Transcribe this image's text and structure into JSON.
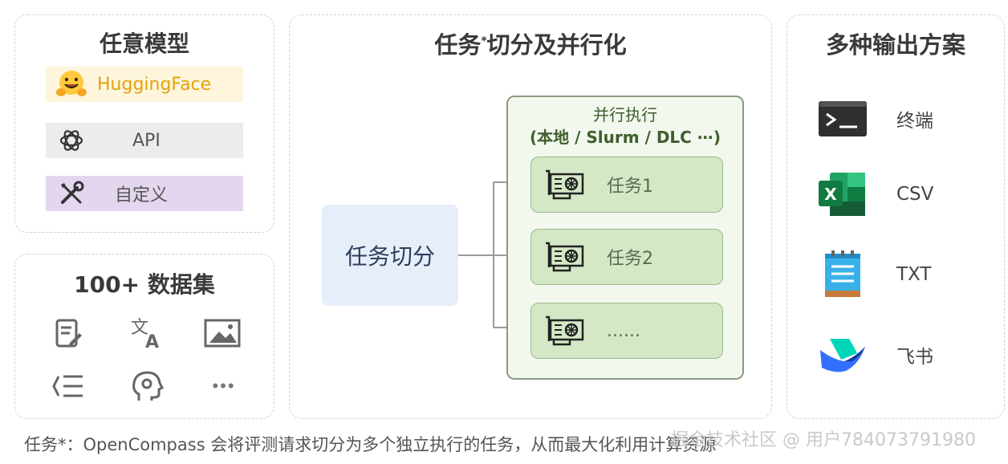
{
  "models_panel": {
    "title": "任意模型",
    "items": [
      {
        "label": "HuggingFace",
        "icon": "hugging-face-icon",
        "bg": "#fdf5dc"
      },
      {
        "label": "API",
        "icon": "openai-icon",
        "bg": "#ececec"
      },
      {
        "label": "自定义",
        "icon": "tools-icon",
        "bg": "#e3d6ee"
      }
    ]
  },
  "datasets_panel": {
    "title": "100+ 数据集",
    "icons": [
      "document-edit-icon",
      "translate-icon",
      "image-icon",
      "outline-list-icon",
      "brain-head-icon",
      "more-dots-icon"
    ],
    "more_label": "•••"
  },
  "tasks_panel": {
    "title": "任务",
    "title_sup": "*",
    "title_rest": "切分及并行化",
    "split_label": "任务切分",
    "parallel_title": "并行执行",
    "parallel_sub": "(本地 / Slurm / DLC ⋯)",
    "tasks": [
      "任务1",
      "任务2",
      "......"
    ]
  },
  "output_panel": {
    "title": "多种输出方案",
    "items": [
      {
        "label": "终端",
        "icon": "terminal-icon"
      },
      {
        "label": "CSV",
        "icon": "excel-icon"
      },
      {
        "label": "TXT",
        "icon": "notepad-icon"
      },
      {
        "label": "飞书",
        "icon": "feishu-icon"
      }
    ]
  },
  "footnote": "任务*：OpenCompass 会将评测请求切分为多个独立执行的任务，从而最大化利用计算资源",
  "watermark": "掘金技术社区 @ 用户784073791980",
  "colors": {
    "green_accent": "#3f5e2c",
    "task_fill": "#d4e8c6",
    "split_fill": "#e6eef9",
    "hf_orange": "#e4a10c"
  }
}
